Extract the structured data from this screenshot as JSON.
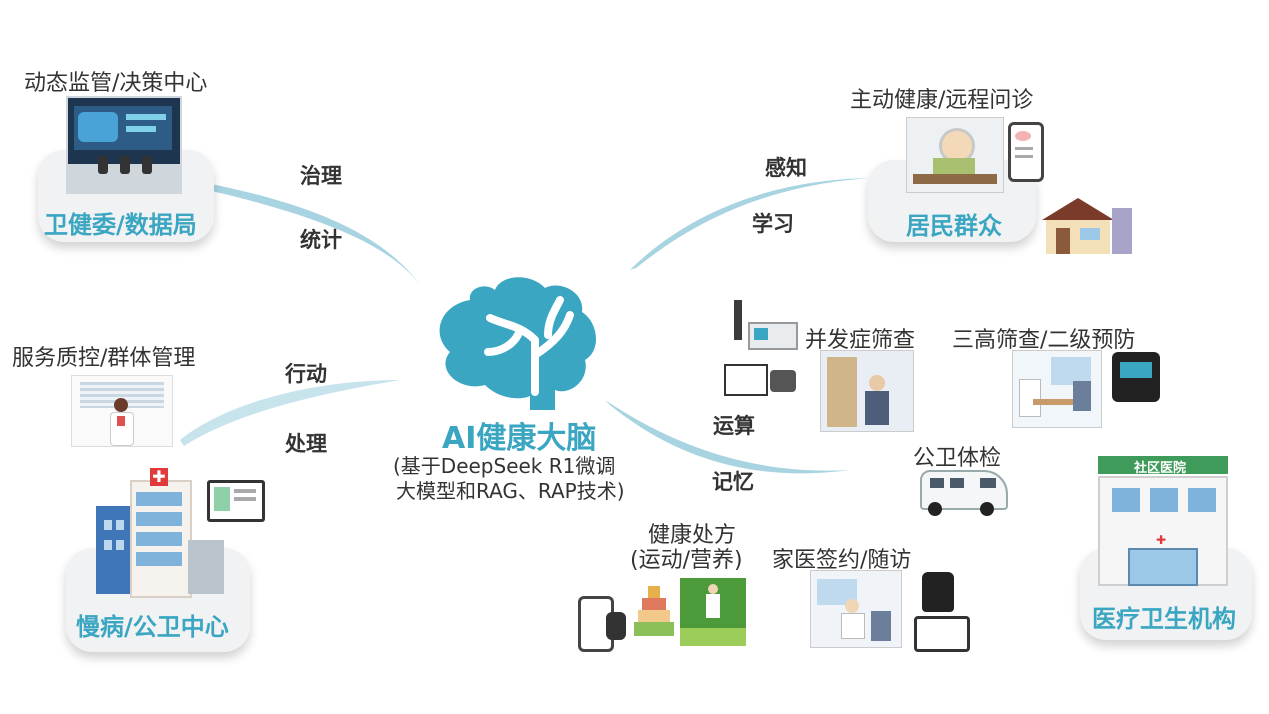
{
  "center": {
    "title": "AI健康大脑",
    "subtitle_line1": "(基于DeepSeek R1微调",
    "subtitle_line2": "大模型和RAG、RAP技术)"
  },
  "verbs": {
    "govern": "治理",
    "statistics": "统计",
    "action": "行动",
    "process": "处理",
    "perceive": "感知",
    "learn": "学习",
    "compute": "运算",
    "memory": "记忆"
  },
  "nodes": {
    "top_left": {
      "caption": "动态监管/决策中心",
      "title": "卫健委/数据局"
    },
    "mid_left": {
      "caption": "服务质控/群体管理"
    },
    "bottom_left": {
      "title": "慢病/公卫中心"
    },
    "top_right": {
      "caption": "主动健康/远程问诊",
      "title": "居民群众"
    },
    "right_items": {
      "complication": "并发症筛查",
      "screening": "三高筛查/二级预防",
      "checkup": "公卫体检",
      "prescription_line1": "健康处方",
      "prescription_line2": "(运动/营养)",
      "family_doctor": "家医签约/随访"
    },
    "bottom_right": {
      "sign": "社区医院",
      "title": "医疗卫生机构"
    }
  },
  "colors": {
    "accent": "#3aa6c2",
    "bubble": "#f1f2f3",
    "text": "#333333"
  }
}
